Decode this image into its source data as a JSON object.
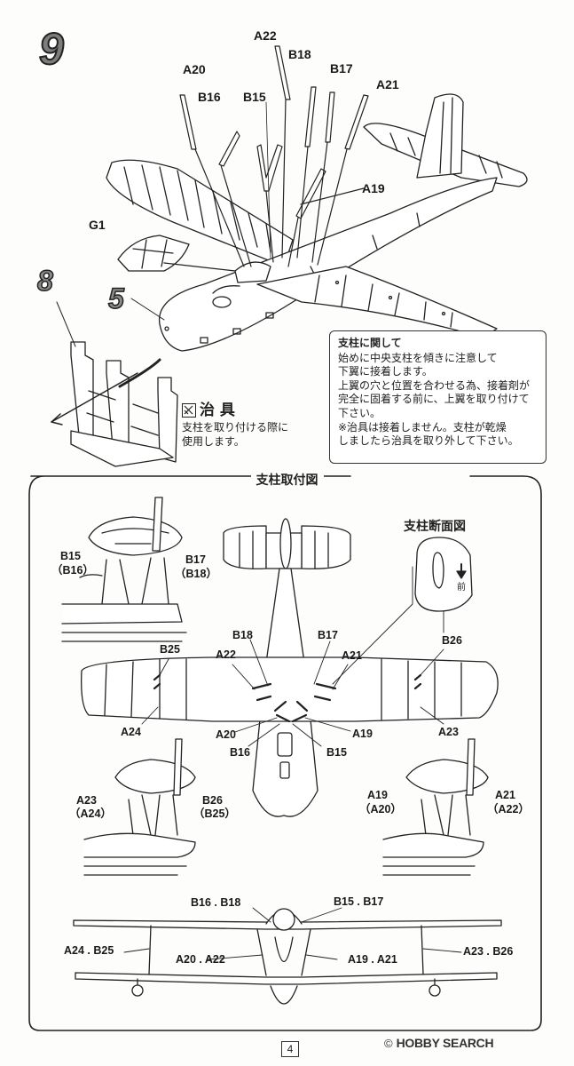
{
  "step": {
    "number": "9"
  },
  "ref_steps": {
    "a": "8",
    "b": "5"
  },
  "parts_main": {
    "a22": "A22",
    "b18": "B18",
    "b17": "B17",
    "a20": "A20",
    "a21": "A21",
    "b16": "B16",
    "b15": "B15",
    "a19": "A19",
    "g1": "G1"
  },
  "note": {
    "title": "支柱に関して",
    "lines": [
      "始めに中央支柱を傾きに注意して",
      "下翼に接着します。",
      "上翼の穴と位置を合わせる為、接着剤が",
      "完全に固着する前に、上翼を取り付けて",
      "下さい。",
      "※治具は接着しません。支柱が乾燥",
      "しましたら治具を取り外して下さい。"
    ]
  },
  "jig": {
    "title": "治 具",
    "line1": "支柱を取り付ける際に",
    "line2": "使用します。"
  },
  "frame": {
    "title": "支柱取付図"
  },
  "section": {
    "title": "支柱断面図",
    "front": "前"
  },
  "frame_labels": {
    "top_left_1": "B15",
    "top_left_2": "（B16）",
    "top_left_3": "B17",
    "top_left_4": "（B18）",
    "plan_b18": "B18",
    "plan_b17": "B17",
    "plan_a22": "A22",
    "plan_a21": "A21",
    "plan_b25": "B25",
    "plan_b26": "B26",
    "plan_a24": "A24",
    "plan_a23": "A23",
    "plan_a20": "A20",
    "plan_a19": "A19",
    "plan_b16": "B16",
    "plan_b15": "B15",
    "l_a23": "A23",
    "l_a24": "（A24）",
    "l_b26": "B26",
    "l_b25": "（B25）",
    "r_a19": "A19",
    "r_a20": "（A20）",
    "r_a21": "A21",
    "r_a22": "（A22）",
    "f_b16b18": "B16 . B18",
    "f_b15b17": "B15 . B17",
    "f_a24b25": "A24 . B25",
    "f_a20a22": "A20 . A22",
    "f_a19a21": "A19 . A21",
    "f_a23b26": "A23 . B26"
  },
  "footer": {
    "page": "4",
    "watermark": "HOBBY SEARCH",
    "copyright": "©"
  }
}
